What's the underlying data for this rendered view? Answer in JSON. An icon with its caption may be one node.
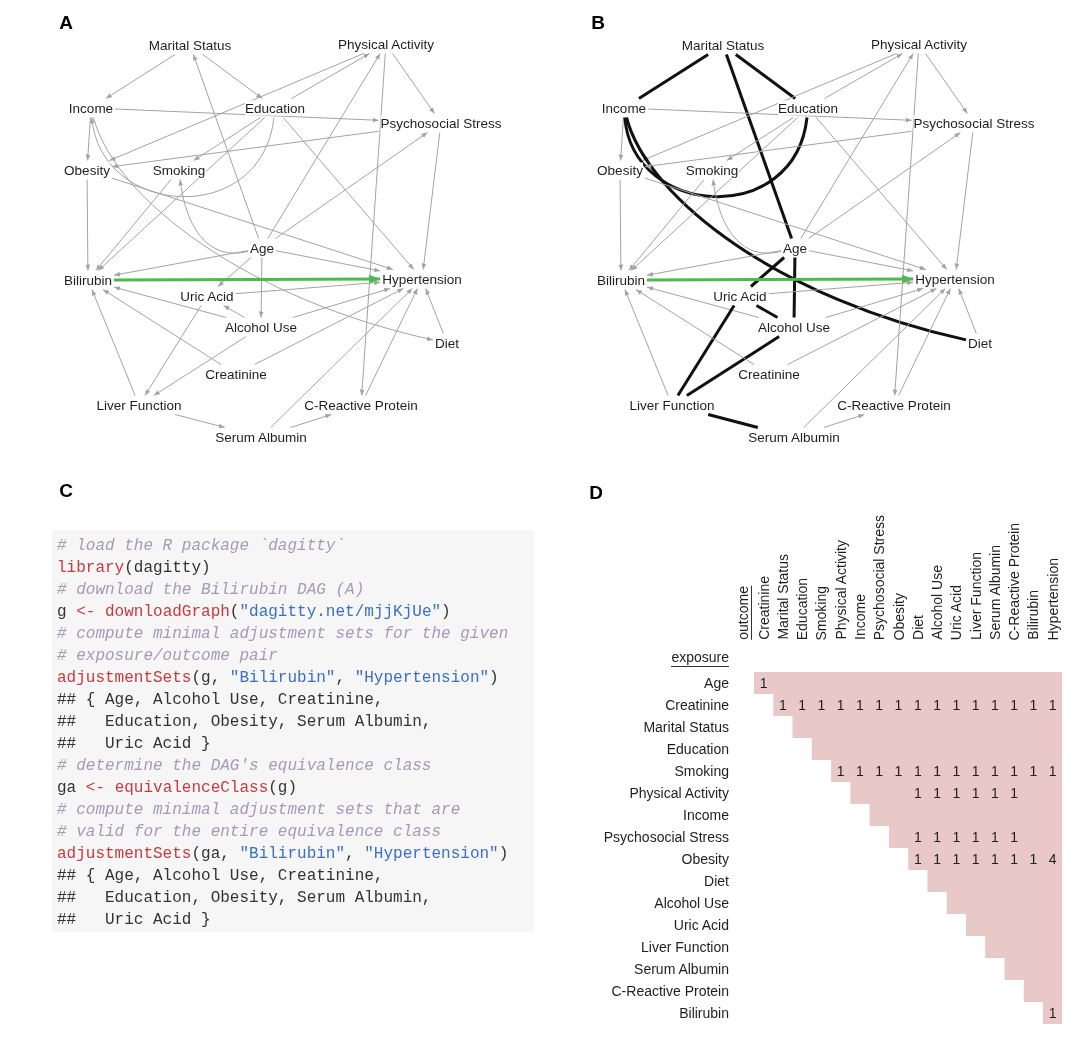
{
  "diagram": {
    "nodes": [
      {
        "text": [
          "Marital Status"
        ]
      },
      {
        "text": [
          "Physical Activity"
        ]
      },
      {
        "text": [
          "Income"
        ]
      },
      {
        "text": [
          "Education"
        ]
      },
      {
        "text": [
          "Psychosocial Stress"
        ]
      },
      {
        "text": [
          "Obesity"
        ]
      },
      {
        "text": [
          "Smoking"
        ]
      },
      {
        "text": [
          "Age"
        ]
      },
      {
        "text": [
          "Bilirubin"
        ]
      },
      {
        "text": [
          "Hypertension"
        ]
      },
      {
        "text": [
          "Uric Acid"
        ]
      },
      {
        "text": [
          "Alcohol Use"
        ]
      },
      {
        "text": [
          "Diet"
        ]
      },
      {
        "text": [
          "Creatinine"
        ]
      },
      {
        "text": [
          "Liver Function"
        ]
      },
      {
        "text": [
          "C-Reactive Protein"
        ]
      },
      {
        "text": [
          "Serum Albumin"
        ]
      },
      {
        "text": [
          "Marital Status"
        ]
      },
      {
        "text": [
          "Physical Activity"
        ]
      },
      {
        "text": [
          "Income"
        ]
      },
      {
        "text": [
          "Education"
        ]
      },
      {
        "text": [
          "Psychosocial Stress"
        ]
      },
      {
        "text": [
          "Obesity"
        ]
      },
      {
        "text": [
          "Smoking"
        ]
      },
      {
        "text": [
          "Age"
        ]
      },
      {
        "text": [
          "Bilirubin"
        ]
      },
      {
        "text": [
          "Hypertension"
        ]
      },
      {
        "text": [
          "Uric Acid"
        ]
      },
      {
        "text": [
          "Alcohol Use"
        ]
      },
      {
        "text": [
          "Diet"
        ]
      },
      {
        "text": [
          "Creatinine"
        ]
      },
      {
        "text": [
          "Liver Function"
        ]
      },
      {
        "text": [
          "C-Reactive Protein"
        ]
      },
      {
        "text": [
          "Serum Albumin"
        ]
      },
      {
        "text": [
          "# load the R package `dagitty`",
          "library(dagitty)",
          "# download the Bilirubin DAG (A)",
          "g <- downloadGraph(\"dagitty.net/mjjKjUe\")",
          "# compute minimal adjustment sets for the given",
          "# exposure/outcome pair",
          "adjustmentSets(g, \"Bilirubin\", \"Hypertension\")",
          "## { Age, Alcohol Use, Creatinine,",
          "##   Education, Obesity, Serum Albumin,",
          "##   Uric Acid }",
          "# determine the DAG's equivalence class",
          "ga <- equivalenceClass(g)",
          "# compute minimal adjustment sets that are",
          "# valid for the entire equivalence class",
          "adjustmentSets(ga, \"Bilirubin\", \"Hypertension\")",
          "## { Age, Alcohol Use, Creatinine,",
          "##   Education, Obesity, Serum Albumin,",
          "##   Uric Acid }"
        ]
      }
    ],
    "edges": [
      {
        "from": 0,
        "to": 2,
        "arrow": "to"
      },
      {
        "from": 0,
        "to": 3,
        "arrow": "to"
      },
      {
        "from": 7,
        "to": 0,
        "arrow": "to"
      },
      {
        "from": 3,
        "to": 1,
        "arrow": "to"
      },
      {
        "from": 1,
        "to": 5,
        "arrow": "to"
      },
      {
        "from": 2,
        "to": 4,
        "arrow": "to"
      },
      {
        "from": 2,
        "to": 5,
        "arrow": "to"
      },
      {
        "from": 3,
        "to": 2,
        "arrow": "to"
      },
      {
        "from": 2,
        "to": 12,
        "arrow": "to"
      },
      {
        "from": 3,
        "to": 6,
        "arrow": "to"
      },
      {
        "from": 4,
        "to": 5,
        "arrow": "to"
      },
      {
        "from": 3,
        "to": 8,
        "arrow": "to"
      },
      {
        "from": 6,
        "to": 8,
        "arrow": "to"
      },
      {
        "from": 3,
        "to": 9,
        "arrow": "to"
      },
      {
        "from": 5,
        "to": 9,
        "arrow": "to"
      },
      {
        "from": 5,
        "to": 8,
        "arrow": "to"
      },
      {
        "from": 7,
        "to": 6,
        "arrow": "to"
      },
      {
        "from": 7,
        "to": 1,
        "arrow": "to"
      },
      {
        "from": 7,
        "to": 4,
        "arrow": "to"
      },
      {
        "from": 1,
        "to": 4,
        "arrow": "to"
      },
      {
        "from": 1,
        "to": 15,
        "arrow": "to"
      },
      {
        "from": 4,
        "to": 9,
        "arrow": "to"
      },
      {
        "from": 7,
        "to": 8,
        "arrow": "to"
      },
      {
        "from": 7,
        "to": 9,
        "arrow": "to"
      },
      {
        "from": 7,
        "to": 10,
        "arrow": "to"
      },
      {
        "from": 7,
        "to": 11,
        "arrow": "to"
      },
      {
        "from": 8,
        "to": 9,
        "arrow": "to",
        "style": "thick",
        "color": "#4cba4c"
      },
      {
        "from": 10,
        "to": 9,
        "arrow": "to"
      },
      {
        "from": 11,
        "to": 10,
        "arrow": "to"
      },
      {
        "from": 11,
        "to": 8,
        "arrow": "to"
      },
      {
        "from": 11,
        "to": 9,
        "arrow": "to"
      },
      {
        "from": 11,
        "to": 14,
        "arrow": "to"
      },
      {
        "from": 10,
        "to": 14,
        "arrow": "to"
      },
      {
        "from": 13,
        "to": 8,
        "arrow": "to"
      },
      {
        "from": 13,
        "to": 9,
        "arrow": "to"
      },
      {
        "from": 14,
        "to": 8,
        "arrow": "to"
      },
      {
        "from": 14,
        "to": 16,
        "arrow": "to"
      },
      {
        "from": 16,
        "to": 15,
        "arrow": "to"
      },
      {
        "from": 16,
        "to": 9,
        "arrow": "to"
      },
      {
        "from": 15,
        "to": 9,
        "arrow": "to"
      },
      {
        "from": 12,
        "to": 9,
        "arrow": "to"
      },
      {
        "from": 17,
        "to": 19,
        "arrow": "none",
        "style": "thick",
        "color": "#111111"
      },
      {
        "from": 17,
        "to": 20,
        "arrow": "none",
        "style": "thick",
        "color": "#111111"
      },
      {
        "from": 17,
        "to": 24,
        "arrow": "none",
        "style": "thick",
        "color": "#111111"
      },
      {
        "from": 20,
        "to": 18,
        "arrow": "to"
      },
      {
        "from": 18,
        "to": 22,
        "arrow": "to"
      },
      {
        "from": 19,
        "to": 21,
        "arrow": "to"
      },
      {
        "from": 19,
        "to": 22,
        "arrow": "to"
      },
      {
        "from": 20,
        "to": 19,
        "arrow": "none",
        "style": "thick",
        "color": "#111111"
      },
      {
        "from": 19,
        "to": 29,
        "arrow": "none",
        "style": "thick",
        "color": "#111111"
      },
      {
        "from": 20,
        "to": 23,
        "arrow": "to"
      },
      {
        "from": 21,
        "to": 22,
        "arrow": "to"
      },
      {
        "from": 20,
        "to": 25,
        "arrow": "to"
      },
      {
        "from": 23,
        "to": 25,
        "arrow": "to"
      },
      {
        "from": 20,
        "to": 26,
        "arrow": "to"
      },
      {
        "from": 22,
        "to": 26,
        "arrow": "to"
      },
      {
        "from": 22,
        "to": 25,
        "arrow": "to"
      },
      {
        "from": 24,
        "to": 23,
        "arrow": "to"
      },
      {
        "from": 24,
        "to": 18,
        "arrow": "to"
      },
      {
        "from": 24,
        "to": 21,
        "arrow": "to"
      },
      {
        "from": 18,
        "to": 21,
        "arrow": "to"
      },
      {
        "from": 18,
        "to": 32,
        "arrow": "to"
      },
      {
        "from": 21,
        "to": 26,
        "arrow": "to"
      },
      {
        "from": 24,
        "to": 25,
        "arrow": "to"
      },
      {
        "from": 24,
        "to": 26,
        "arrow": "to"
      },
      {
        "from": 24,
        "to": 27,
        "arrow": "none",
        "style": "thick",
        "color": "#111111"
      },
      {
        "from": 24,
        "to": 28,
        "arrow": "none",
        "style": "thick",
        "color": "#111111"
      },
      {
        "from": 25,
        "to": 26,
        "arrow": "to",
        "style": "thick",
        "color": "#4cba4c"
      },
      {
        "from": 27,
        "to": 26,
        "arrow": "to"
      },
      {
        "from": 28,
        "to": 27,
        "arrow": "none",
        "style": "thick",
        "color": "#111111"
      },
      {
        "from": 28,
        "to": 25,
        "arrow": "to"
      },
      {
        "from": 28,
        "to": 26,
        "arrow": "to"
      },
      {
        "from": 28,
        "to": 31,
        "arrow": "none",
        "style": "thick",
        "color": "#111111"
      },
      {
        "from": 27,
        "to": 31,
        "arrow": "none",
        "style": "thick",
        "color": "#111111"
      },
      {
        "from": 30,
        "to": 25,
        "arrow": "to"
      },
      {
        "from": 30,
        "to": 26,
        "arrow": "to"
      },
      {
        "from": 31,
        "to": 25,
        "arrow": "to"
      },
      {
        "from": 31,
        "to": 33,
        "arrow": "none",
        "style": "thick",
        "color": "#111111"
      },
      {
        "from": 33,
        "to": 32,
        "arrow": "to"
      },
      {
        "from": 33,
        "to": 26,
        "arrow": "to"
      },
      {
        "from": 32,
        "to": 26,
        "arrow": "to"
      },
      {
        "from": 29,
        "to": 26,
        "arrow": "to"
      }
    ],
    "labels": [
      "A",
      "B",
      "C",
      "D",
      "outcome",
      "Creatinine",
      "Marital Status",
      "Education",
      "Smoking",
      "Physical Activity",
      "Income",
      "Psychosocial Stress",
      "Obesity",
      "Diet",
      "Alcohol Use",
      "Uric Acid",
      "Liver Function",
      "Serum Albumin",
      "C-Reactive Protein",
      "Bilirubin",
      "Hypertension",
      "exposure",
      "Age",
      "1",
      "Creatinine",
      "1",
      "1",
      "1",
      "1",
      "1",
      "1",
      "1",
      "1",
      "1",
      "1",
      "1",
      "1",
      "1",
      "1",
      "1",
      "Marital Status",
      "Education",
      "Smoking",
      "1",
      "1",
      "1",
      "1",
      "1",
      "1",
      "1",
      "1",
      "1",
      "1",
      "1",
      "1",
      "Physical Activity",
      "1",
      "1",
      "1",
      "1",
      "1",
      "1",
      "Income",
      "Psychosocial Stress",
      "1",
      "1",
      "1",
      "1",
      "1",
      "1",
      "Obesity",
      "1",
      "1",
      "1",
      "1",
      "1",
      "1",
      "1",
      "4",
      "Diet",
      "Alcohol Use",
      "Uric Acid",
      "Liver Function",
      "Serum Albumin",
      "C-Reactive Protein",
      "Bilirubin",
      "1"
    ]
  }
}
